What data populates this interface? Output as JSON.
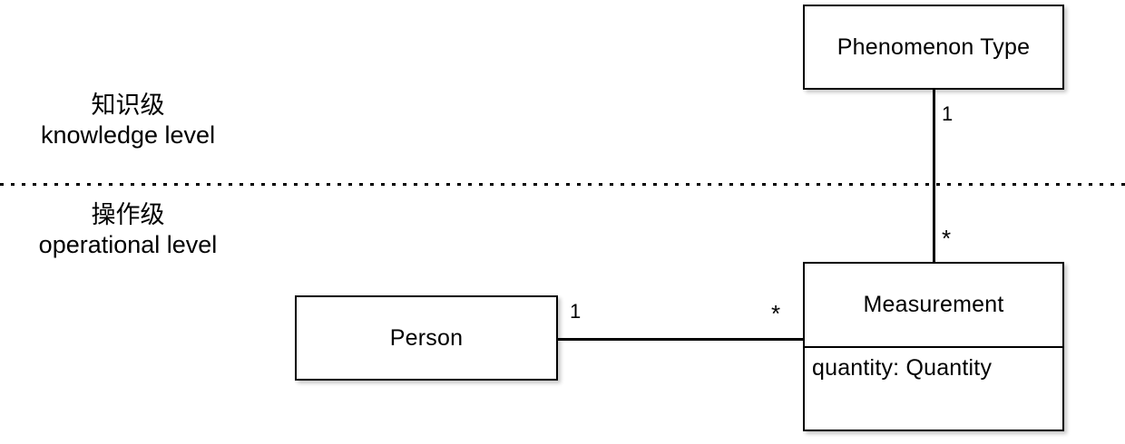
{
  "diagram": {
    "type": "uml-class-diagram",
    "background_color": "#ffffff",
    "line_color": "#000000"
  },
  "levels": {
    "separator_style": "dotted",
    "knowledge": {
      "label_cn": "知识级",
      "label_en": "knowledge level"
    },
    "operational": {
      "label_cn": "操作级",
      "label_en": "operational level"
    }
  },
  "classes": {
    "phenomenon_type": {
      "name": "Phenomenon Type",
      "attributes": []
    },
    "measurement": {
      "name": "Measurement",
      "attributes": [
        "quantity: Quantity"
      ]
    },
    "person": {
      "name": "Person",
      "attributes": []
    }
  },
  "associations": {
    "type_measurement": {
      "source_multiplicity": "1",
      "target_multiplicity": "*"
    },
    "person_measurement": {
      "source_multiplicity": "1",
      "target_multiplicity": "*"
    }
  }
}
